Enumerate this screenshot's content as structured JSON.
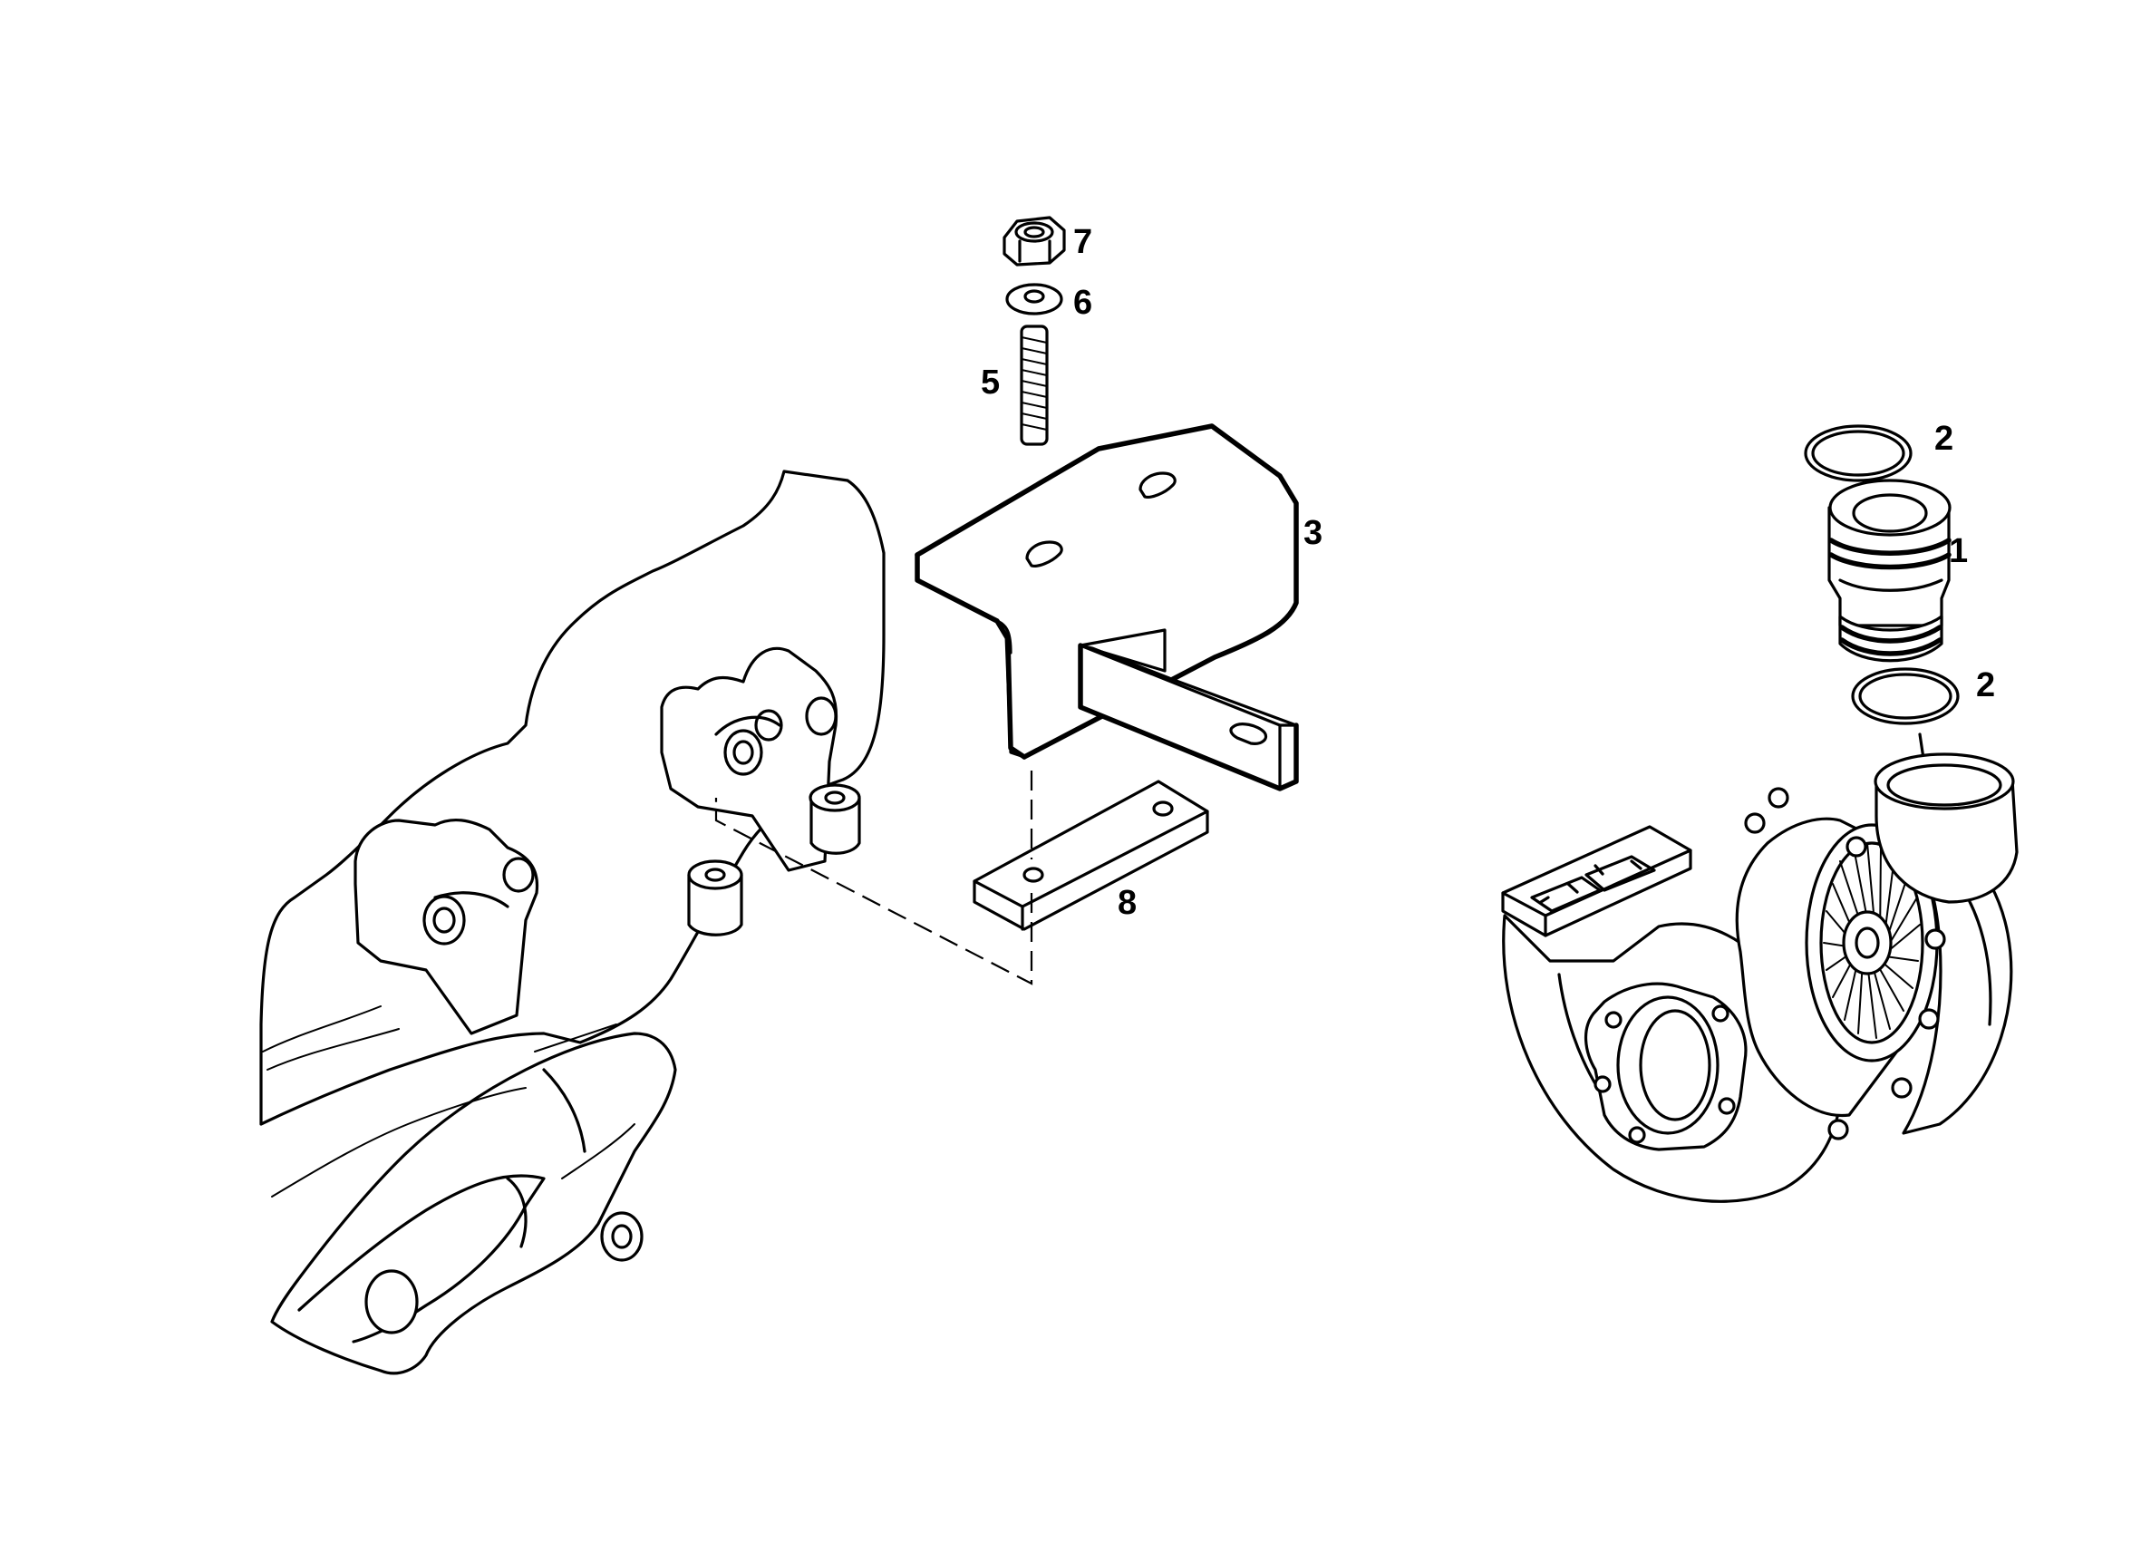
{
  "callouts": {
    "c1": "1",
    "c2a": "2",
    "c2b": "2",
    "c3": "3",
    "c5": "5",
    "c6": "6",
    "c7": "7",
    "c8": "8"
  },
  "colors": {
    "line": "#000000",
    "background": "#ffffff"
  }
}
